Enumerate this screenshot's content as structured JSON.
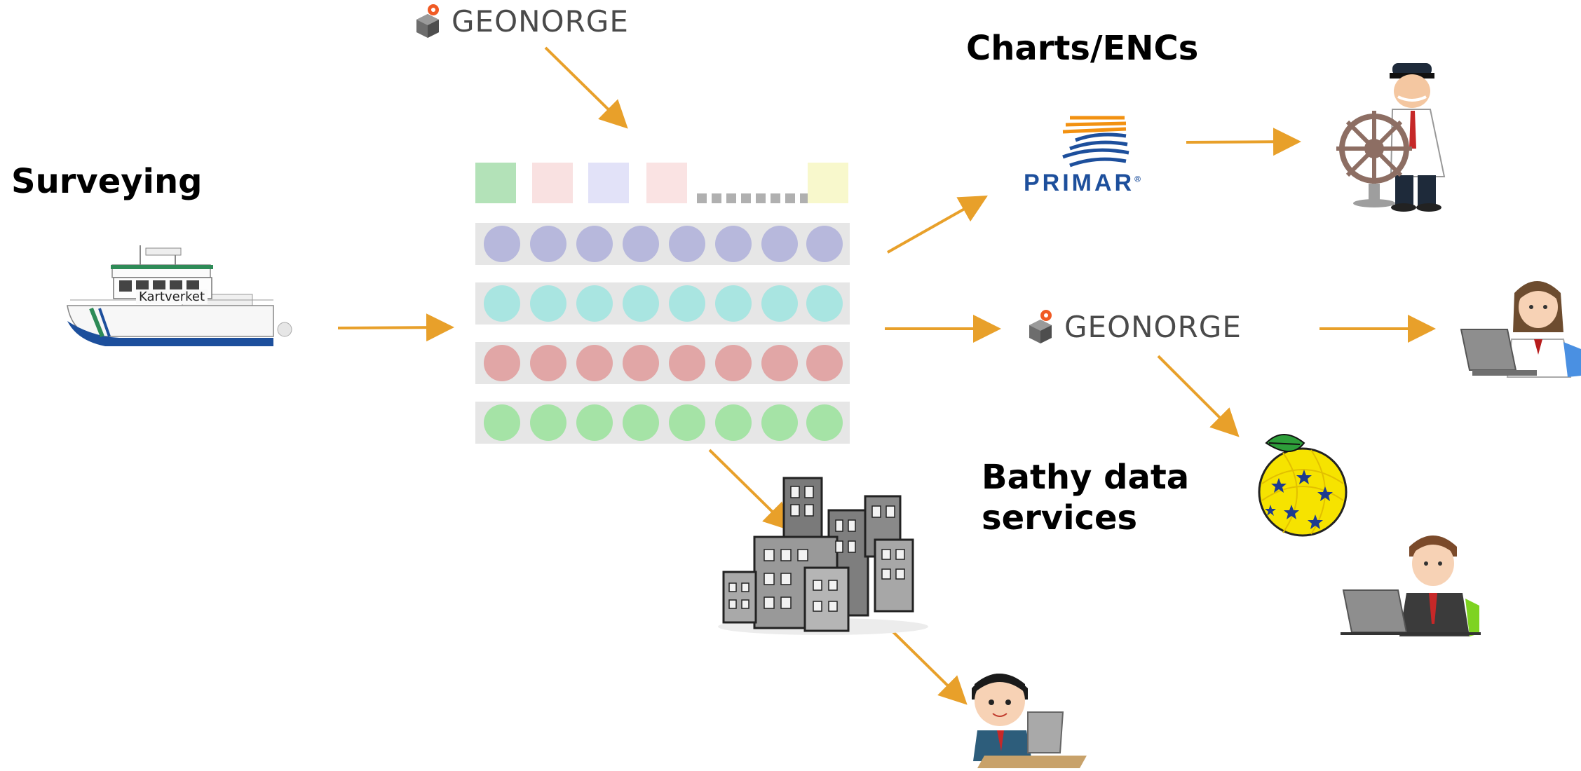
{
  "labels": {
    "surveying": "Surveying",
    "charts": "Charts/ENCs",
    "bathy_line1": "Bathy data",
    "bathy_line2": "services"
  },
  "logos": {
    "geonorge_top": "GEONORGE",
    "geonorge_mid": "GEONORGE",
    "primar": "PRIMAR",
    "primar_mark": "®",
    "vessel_name": "Kartverket"
  },
  "colors": {
    "arrow": "#e8a02a",
    "row_band": "#e6e6e6",
    "dot_rows": [
      "#b7b8dc",
      "#a9e5e1",
      "#e1a6a6",
      "#a5e3a6"
    ],
    "header_squares": [
      "#b3e2b8",
      "#f9e1e1",
      "#e2e2f8",
      "#fae3e3",
      "#f8f8cc"
    ],
    "geonorge_pin": "#f05a24",
    "primar_blue": "#1d4f9c",
    "primar_orange": "#f29111"
  },
  "icons": [
    "survey-vessel-icon",
    "primar-waves-icon",
    "ship-captain-icon",
    "female-laptop-user-icon",
    "globe-dataset-icon",
    "male-laptop-user-icon",
    "city-buildings-icon",
    "boy-laptop-user-icon"
  ]
}
